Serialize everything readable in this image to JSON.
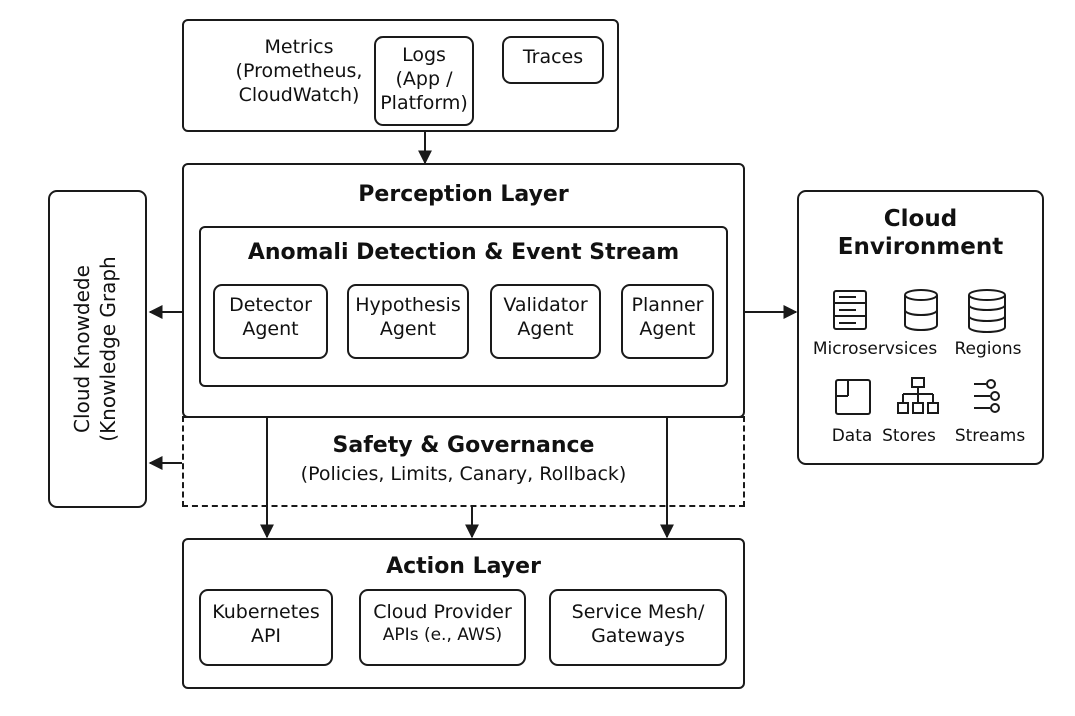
{
  "sources": {
    "metrics": [
      "Metrics",
      "(Prometheus,",
      "CloudWatch)"
    ],
    "logs": [
      "Logs",
      "(App /",
      "Platform)"
    ],
    "traces": "Traces"
  },
  "perception": {
    "title": "Perception Layer",
    "inner_title": "Anomali Detection & Event Stream",
    "agents": [
      [
        "Detector",
        "Agent"
      ],
      [
        "Hypothesis",
        "Agent"
      ],
      [
        "Validator",
        "Agent"
      ],
      [
        "Planner",
        "Agent"
      ]
    ]
  },
  "safety": {
    "title": "Safety & Governance",
    "subtitle": "(Policies, Limits, Canary, Rollback)"
  },
  "knowledge": [
    "Cloud Knowdede",
    "(Knowledge Graph"
  ],
  "environment": {
    "title": [
      "Cloud",
      "Environment"
    ],
    "items": [
      "Microservsices",
      "Regions",
      "Data",
      "Stores",
      "Streams"
    ],
    "icons": [
      "server-icon",
      "database-icon",
      "database-stack-icon",
      "data-store-icon",
      "hierarchy-icon",
      "sliders-icon"
    ]
  },
  "action": {
    "title": "Action Layer",
    "items": [
      [
        "Kubernetes",
        "API"
      ],
      [
        "Cloud Provider",
        "APIs (e., AWS)"
      ],
      [
        "Service Mesh/",
        "Gateways"
      ]
    ]
  }
}
